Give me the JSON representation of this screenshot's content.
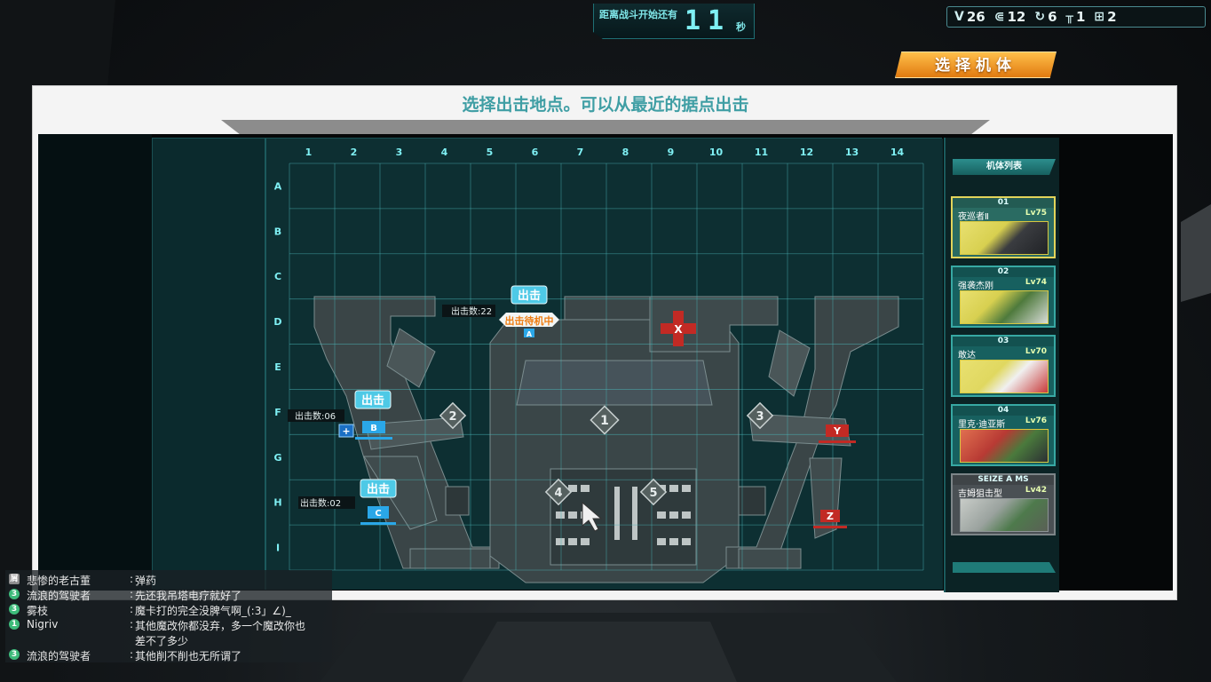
{
  "countdown": {
    "label": "距离战斗开始还有",
    "seconds": "11",
    "unit": "秒"
  },
  "status": [
    {
      "icon": "v-fin-icon",
      "glyph": "V",
      "value": "26"
    },
    {
      "icon": "beam-icon",
      "glyph": "⋐",
      "value": "12"
    },
    {
      "icon": "swirl-icon",
      "glyph": "↻",
      "value": "6"
    },
    {
      "icon": "comb-icon",
      "glyph": "╥",
      "value": "1"
    },
    {
      "icon": "grid-icon",
      "glyph": "⊞",
      "value": "2"
    }
  ],
  "select_unit_button": "选择机体",
  "panel_title": "选择出击地点。可以从最近的据点出击",
  "map": {
    "columns": [
      "1",
      "2",
      "3",
      "4",
      "5",
      "6",
      "7",
      "8",
      "9",
      "10",
      "11",
      "12",
      "13",
      "14"
    ],
    "rows": [
      "A",
      "B",
      "C",
      "D",
      "E",
      "F",
      "G",
      "H",
      "I"
    ],
    "sorties": [
      {
        "label": "出击",
        "count_label": "出击数:22",
        "base": "A",
        "waiting": "出击待机中"
      },
      {
        "label": "出击",
        "count_label": "出击数:06",
        "base": "B"
      },
      {
        "label": "出击",
        "count_label": "出击数:02",
        "base": "C"
      }
    ],
    "neutral_points": [
      "1",
      "2",
      "3",
      "4",
      "5"
    ],
    "enemy_points": [
      "X",
      "Y",
      "Z"
    ]
  },
  "unit_list": {
    "header": "机体列表",
    "units": [
      {
        "num": "01",
        "name": "夜巡者Ⅱ",
        "level": "Lv75",
        "selected": true
      },
      {
        "num": "02",
        "name": "强袭杰刚",
        "level": "Lv74"
      },
      {
        "num": "03",
        "name": "敢达",
        "level": "Lv70"
      },
      {
        "num": "04",
        "name": "里克·迪亚斯",
        "level": "Lv76"
      },
      {
        "num": "SEIZE A MS",
        "name": "吉姆狙击型",
        "level": "Lv42",
        "seize": true
      }
    ]
  },
  "chat": [
    {
      "badge": "屑",
      "name": "悲惨的老古董",
      "message": "弹药"
    },
    {
      "badge": "3",
      "name": "流浪的驾驶者",
      "message": "先还我吊塔电疗就好了"
    },
    {
      "badge": "3",
      "name": "雾枝",
      "message": "魔卡打的完全没脾气啊_(:3」∠)_"
    },
    {
      "badge": "1",
      "name": "Nigriv",
      "message": "其他魔改你都没弃，多一个魔改你也",
      "message2": "差不了多少"
    },
    {
      "badge": "3",
      "name": "流浪的驾驶者",
      "message": "其他削不削也无所谓了"
    }
  ],
  "colors": {
    "accent": "#3f9ea4",
    "friendly": "#2aa7e8",
    "enemy": "#d0302a",
    "button": "#e98a18"
  }
}
